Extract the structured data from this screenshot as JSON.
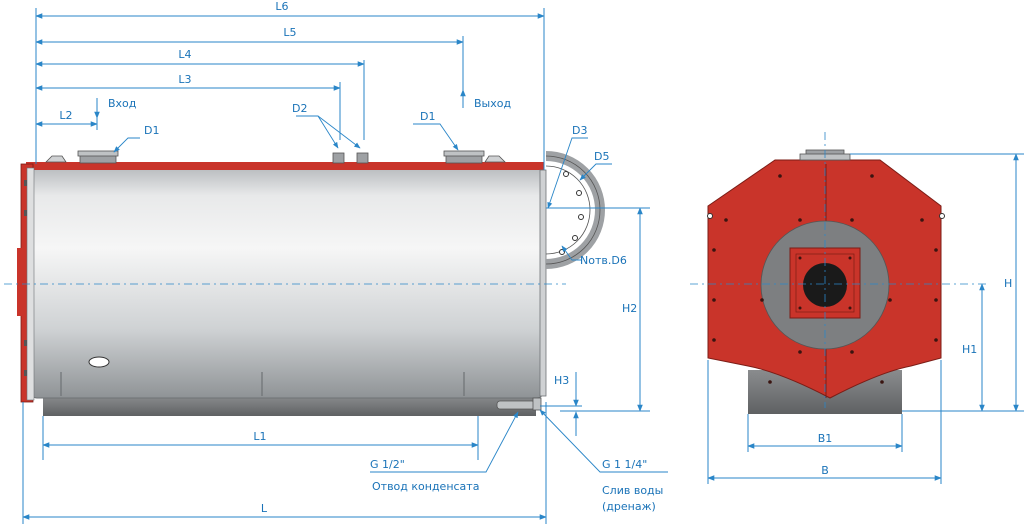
{
  "colors": {
    "accent_red": "#c9342a",
    "dimension_blue": "#1a73b8",
    "shell_steel": "#d4d6d8",
    "base_gray": "#7d7f81"
  },
  "labels": {
    "L6": "L6",
    "L5": "L5",
    "L4": "L4",
    "L3": "L3",
    "L2": "L2",
    "L1": "L1",
    "L": "L",
    "D1_inlet": "D1",
    "D1_outlet": "D1",
    "D2": "D2",
    "D3": "D3",
    "D5": "D5",
    "D6": "Nотв.D6",
    "inlet": "Вход",
    "outlet": "Выход",
    "H": "H",
    "H1": "H1",
    "H2": "H2",
    "H3": "H3",
    "B": "B",
    "B1": "B1",
    "g_condensate": "G 1/2\"",
    "condensate_label": "Отвод конденсата",
    "g_drain": "G 1 1/4\"",
    "drain_label_1": "Слив воды",
    "drain_label_2": "(дренаж)"
  }
}
